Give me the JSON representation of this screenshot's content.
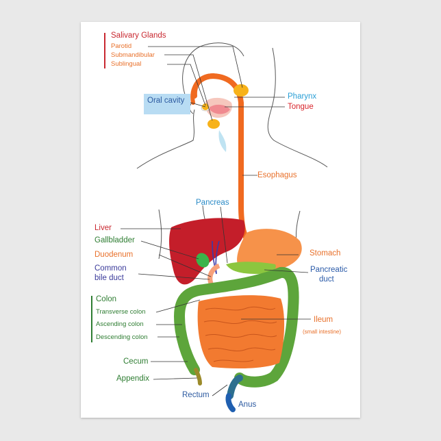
{
  "colors": {
    "salivary": "#c8272f",
    "salivary_sub": "#e8702a",
    "oral": "#2c5aa0",
    "oral_bg": "#b8dcf3",
    "pharynx": "#2a9fd6",
    "tongue": "#d8232a",
    "esophagus": "#e8702a",
    "pancreas": "#2a8ac6",
    "liver": "#c8272f",
    "gallbladder": "#2e7d32",
    "duodenum": "#e8702a",
    "bile": "#3a3a9a",
    "stomach": "#e8702a",
    "pancreatic_duct": "#2a5aa8",
    "colon": "#2e7d32",
    "ileum": "#e8702a",
    "rectum": "#2c5aa0",
    "anus": "#2c5aa0"
  },
  "labels": {
    "salivary_glands": "Salivary Glands",
    "parotid": "Parotid",
    "submandibular": "Submandibular",
    "sublingual": "Sublingual",
    "oral_cavity": "Oral cavity",
    "pharynx": "Pharynx",
    "tongue": "Tongue",
    "esophagus": "Esophagus",
    "pancreas": "Pancreas",
    "liver": "Liver",
    "gallbladder": "Gallbladder",
    "duodenum": "Duodenum",
    "common_bile_duct_1": "Common",
    "common_bile_duct_2": "bile duct",
    "stomach": "Stomach",
    "pancreatic_duct_1": "Pancreatic",
    "pancreatic_duct_2": "duct",
    "colon": "Colon",
    "transverse_colon": "Transverse colon",
    "ascending_colon": "Ascending colon",
    "descending_colon": "Descending colon",
    "ileum": "Ileum",
    "small_intestine": "(small intestine)",
    "cecum": "Cecum",
    "appendix": "Appendix",
    "rectum": "Rectum",
    "anus": "Anus"
  }
}
